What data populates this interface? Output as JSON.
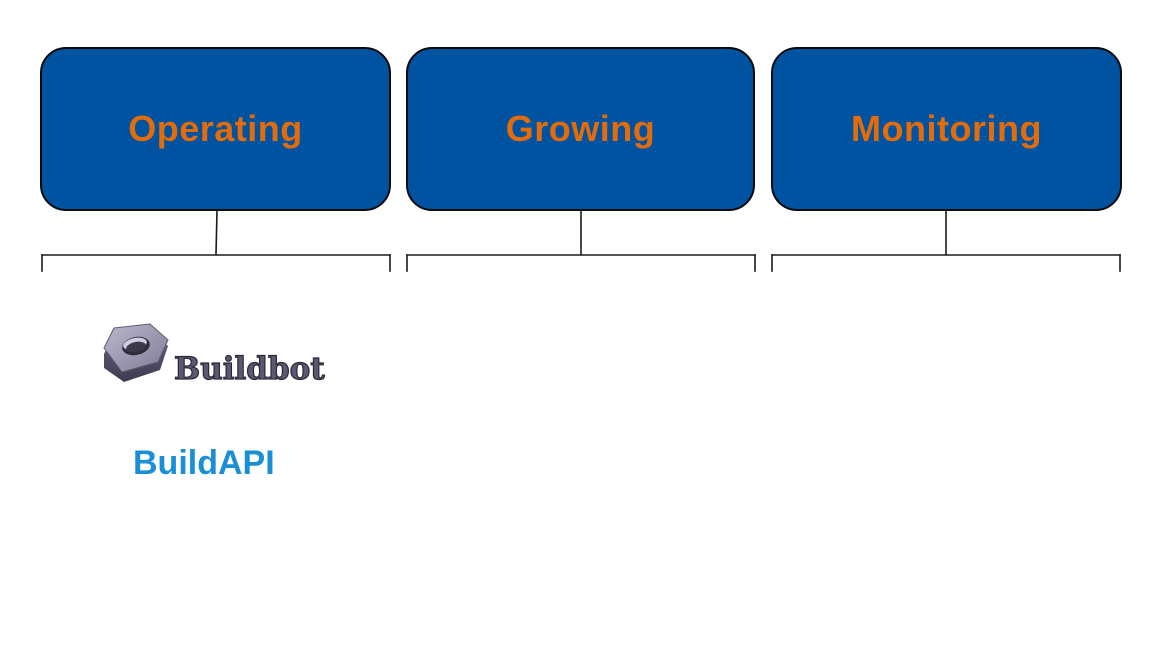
{
  "colors": {
    "box_fill": "#0053a0",
    "box_border": "#0a0a0a",
    "box_label": "#e36c0a",
    "connector": "#1a1a1a",
    "link_blue": "#1a8fd6",
    "logo_text": "#5c5870"
  },
  "categories": [
    {
      "label": "Operating"
    },
    {
      "label": "Growing"
    },
    {
      "label": "Monitoring"
    }
  ],
  "items": {
    "logo": {
      "icon": "buildbot-hex-nut-icon",
      "text": "Buildbot"
    },
    "api_label": "BuildAPI"
  }
}
